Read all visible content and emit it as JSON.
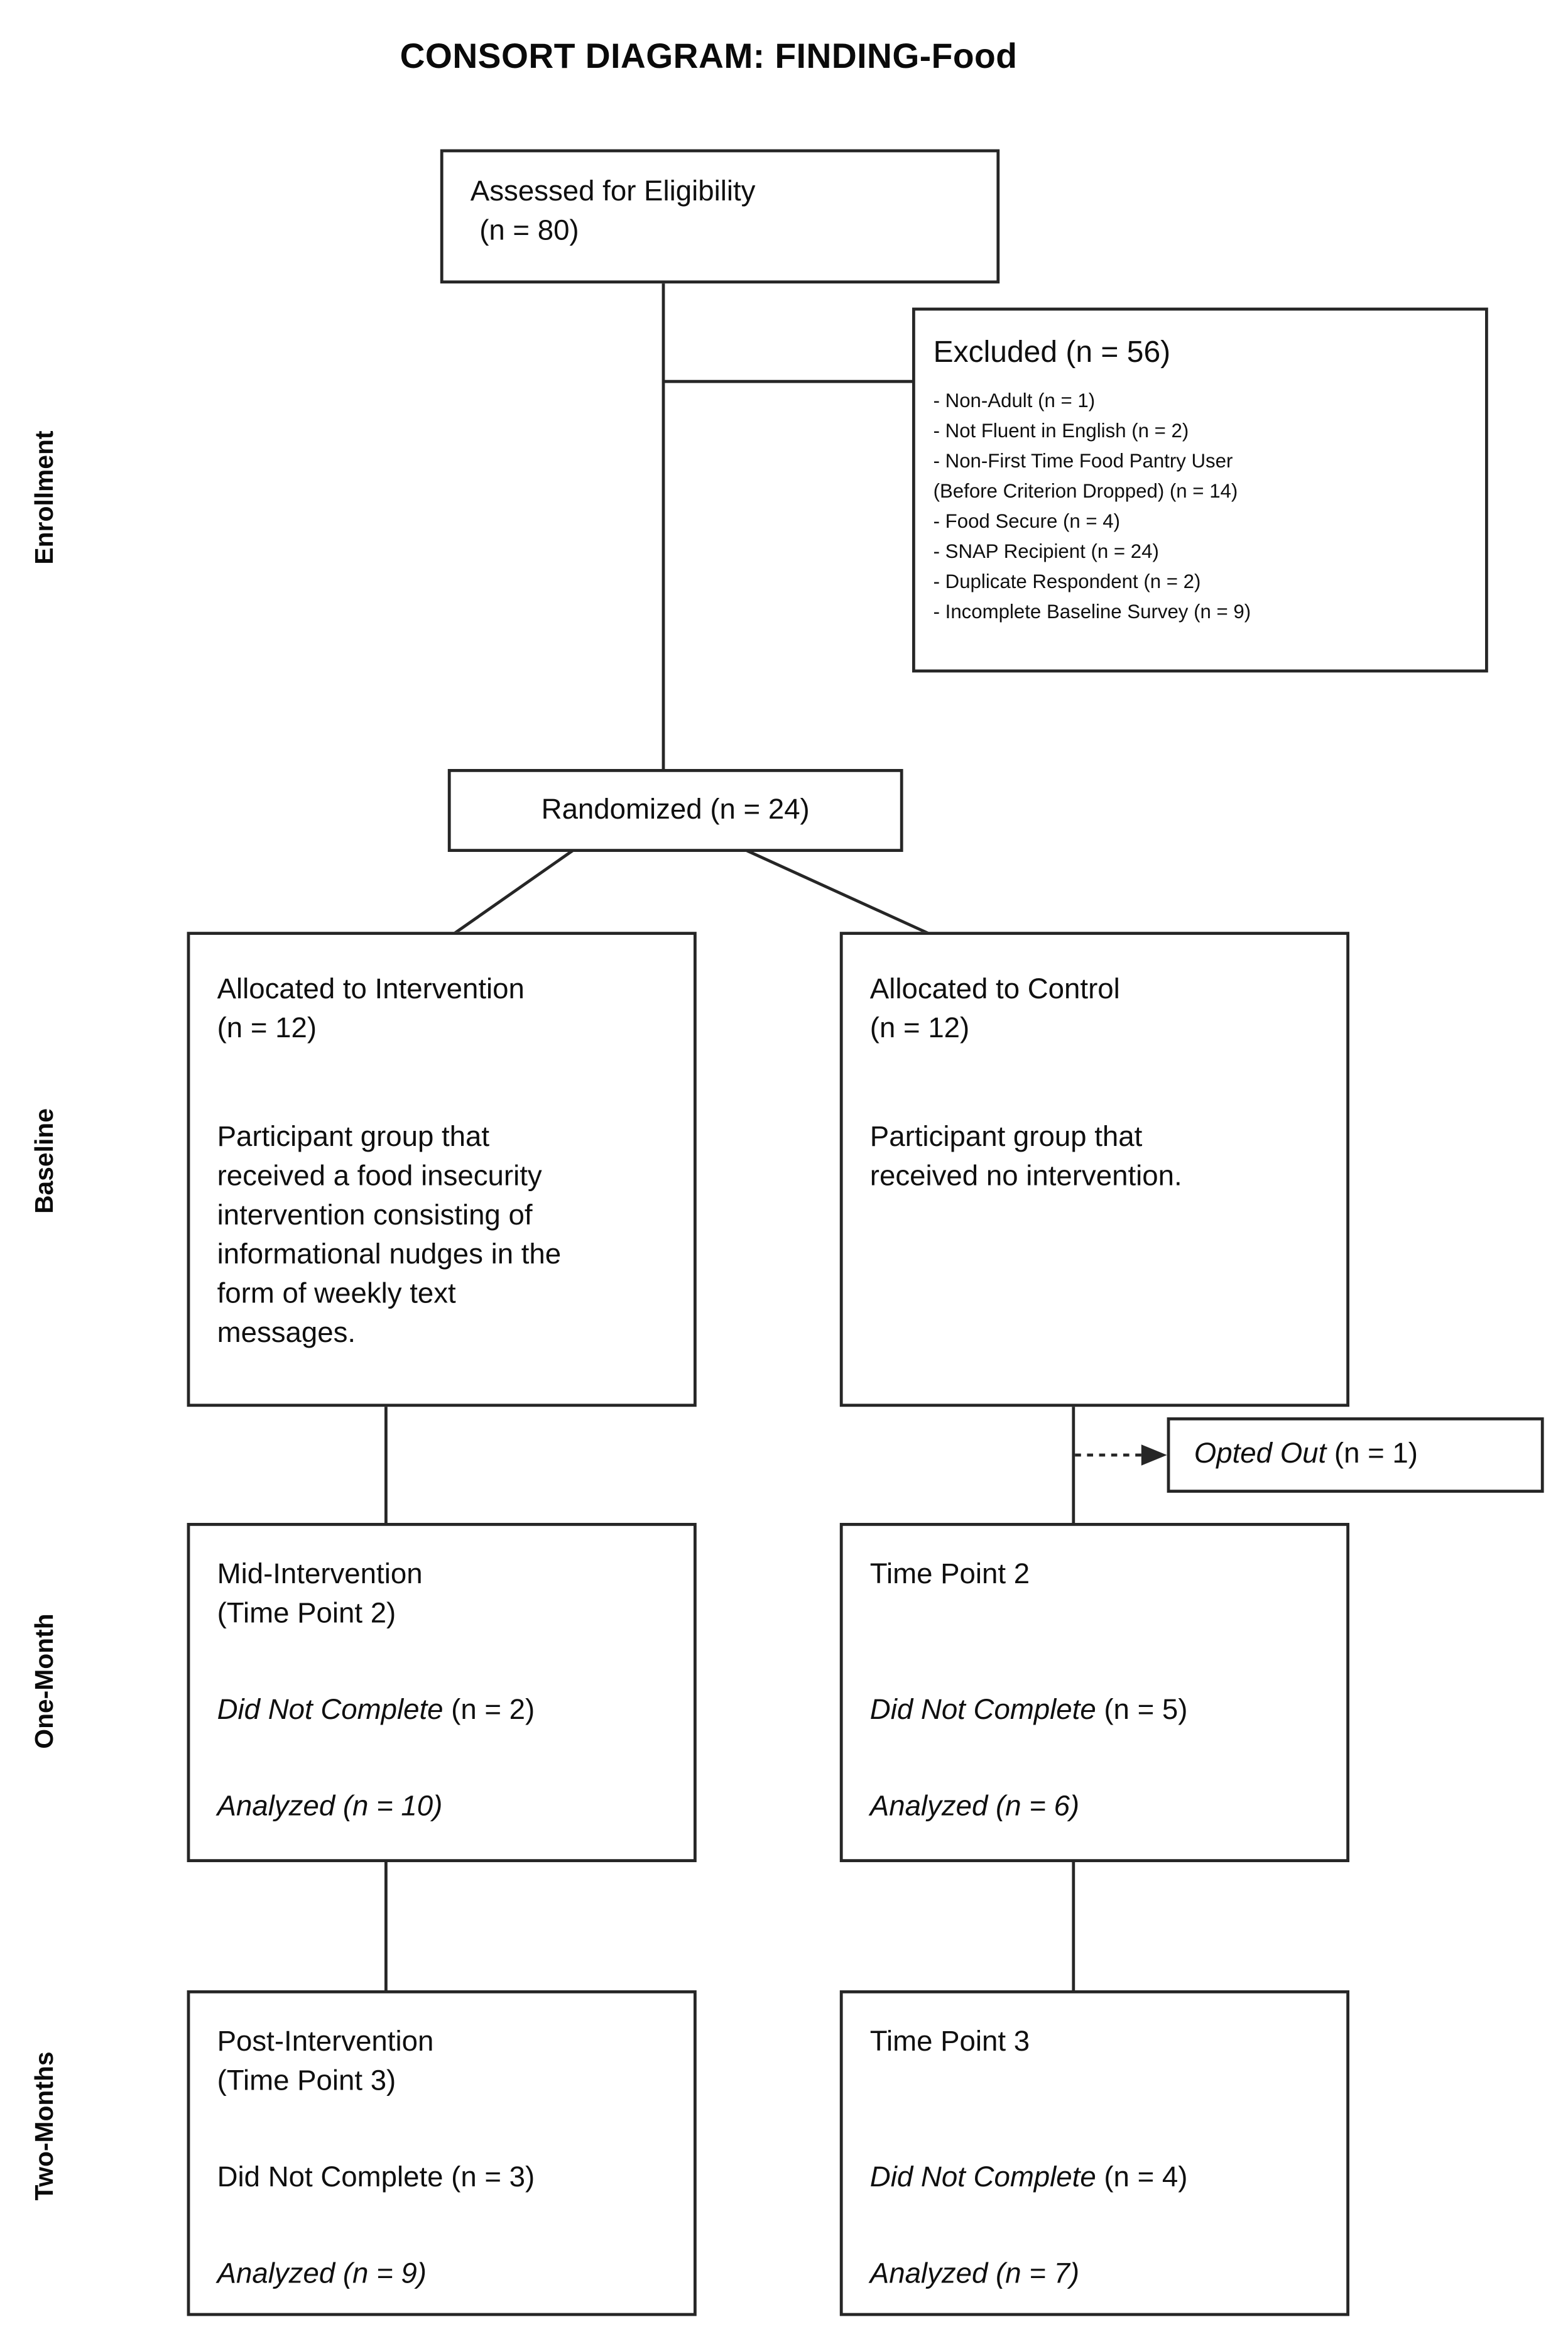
{
  "title": "CONSORT DIAGRAM: FINDING-Food",
  "colors": {
    "background": "#ffffff",
    "line": "#262626",
    "text": "#0f0f0f"
  },
  "side_labels": {
    "enrollment": "Enrollment",
    "baseline": "Baseline",
    "one_month": "One-Month",
    "two_months": "Two-Months"
  },
  "boxes": {
    "assessed": {
      "line1": "Assessed for Eligibility",
      "n": "(n = 80)"
    },
    "excluded": {
      "header": "Excluded (n = 56)",
      "items": [
        "- Non-Adult (n = 1)",
        "- Not Fluent in English (n = 2)",
        "- Non-First Time Food Pantry User",
        "(Before Criterion Dropped) (n = 14)",
        "- Food Secure (n = 4)",
        "- SNAP Recipient (n = 24)",
        "- Duplicate Respondent (n = 2)",
        "- Incomplete Baseline Survey (n = 9)"
      ]
    },
    "randomized": {
      "label": "Randomized (n = 24)"
    },
    "allocated_intervention": {
      "title": "Allocated to Intervention",
      "n": "(n = 12)",
      "description": "Participant group that received a food insecurity intervention consisting of informational nudges in the form of weekly text messages."
    },
    "allocated_control": {
      "title": "Allocated to Control",
      "n": "(n = 12)",
      "description": "Participant group that received no intervention."
    },
    "opted_out": {
      "label": "Opted Out",
      "n": "(n = 1)"
    },
    "mid_intervention": {
      "title": "Mid-Intervention",
      "subtitle": "(Time Point 2)",
      "did_not_complete_label": "Did Not Complete",
      "did_not_complete_n": "(n = 2)",
      "analyzed": "Analyzed (n = 10)"
    },
    "time_point_2": {
      "title": "Time Point 2",
      "did_not_complete_label": "Did Not Complete",
      "did_not_complete_n": "(n = 5)",
      "analyzed": "Analyzed (n = 6)"
    },
    "post_intervention": {
      "title": "Post-Intervention",
      "subtitle": "(Time Point 3)",
      "did_not_complete": "Did Not Complete (n = 3)",
      "analyzed": "Analyzed (n = 9)"
    },
    "time_point_3": {
      "title": "Time Point 3",
      "did_not_complete_label": "Did Not Complete",
      "did_not_complete_n": "(n = 4)",
      "analyzed": "Analyzed (n = 7)"
    }
  }
}
